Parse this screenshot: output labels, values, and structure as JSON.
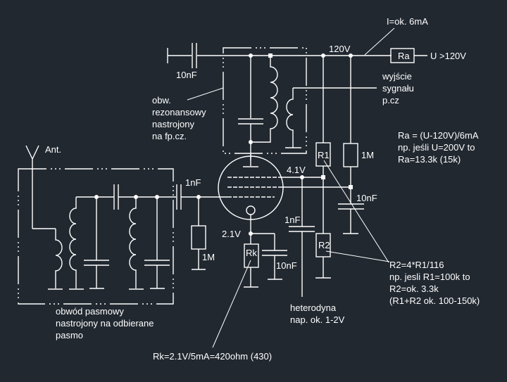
{
  "diagram": {
    "title": "Tube mixer / heterodyne input stage schematic",
    "colors": {
      "background": "#212830",
      "lines": "#ffffff"
    },
    "labels": {
      "current": "I=ok. 6mA",
      "supply_node": "120V",
      "ra_box": "Ra",
      "supply_in": "U >120V",
      "c_top": "10nF",
      "output_1": "wyjście",
      "output_2": "sygnału",
      "output_3": "p.cz",
      "tank_1": "obw.",
      "tank_2": "rezonansowy",
      "tank_3": "nastrojony",
      "tank_4": "na fp.cz.",
      "ra_formula_1": "Ra = (U-120V)/6mA",
      "ra_formula_2": "np. jeśli U=200V to",
      "ra_formula_3": "Ra=13.3k (15k)",
      "antenna": "Ant.",
      "r1_box": "R1",
      "r_1m_right": "1M",
      "v_screen": "4.1V",
      "c_in": "1nF",
      "c_screen": "10nF",
      "c_het": "1nF",
      "r2_box": "R2",
      "v_cathode": "2.1V",
      "rk_box": "Rk",
      "c_cathode": "10nF",
      "r_grid": "1M",
      "r2_formula_1": "R2=4*R1/116",
      "r2_formula_2": "np. jesli R1=100k to",
      "r2_formula_3": "R2=ok. 3.3k",
      "r2_formula_4": "(R1+R2 ok. 100-150k)",
      "band_1": "obwód pasmowy",
      "band_2": "nastrojony na odbierane",
      "band_3": "pasmo",
      "het_1": "heterodyna",
      "het_2": "nap. ok. 1-2V",
      "rk_formula": "Rk=2.1V/5mA=420ohm (430)"
    }
  }
}
